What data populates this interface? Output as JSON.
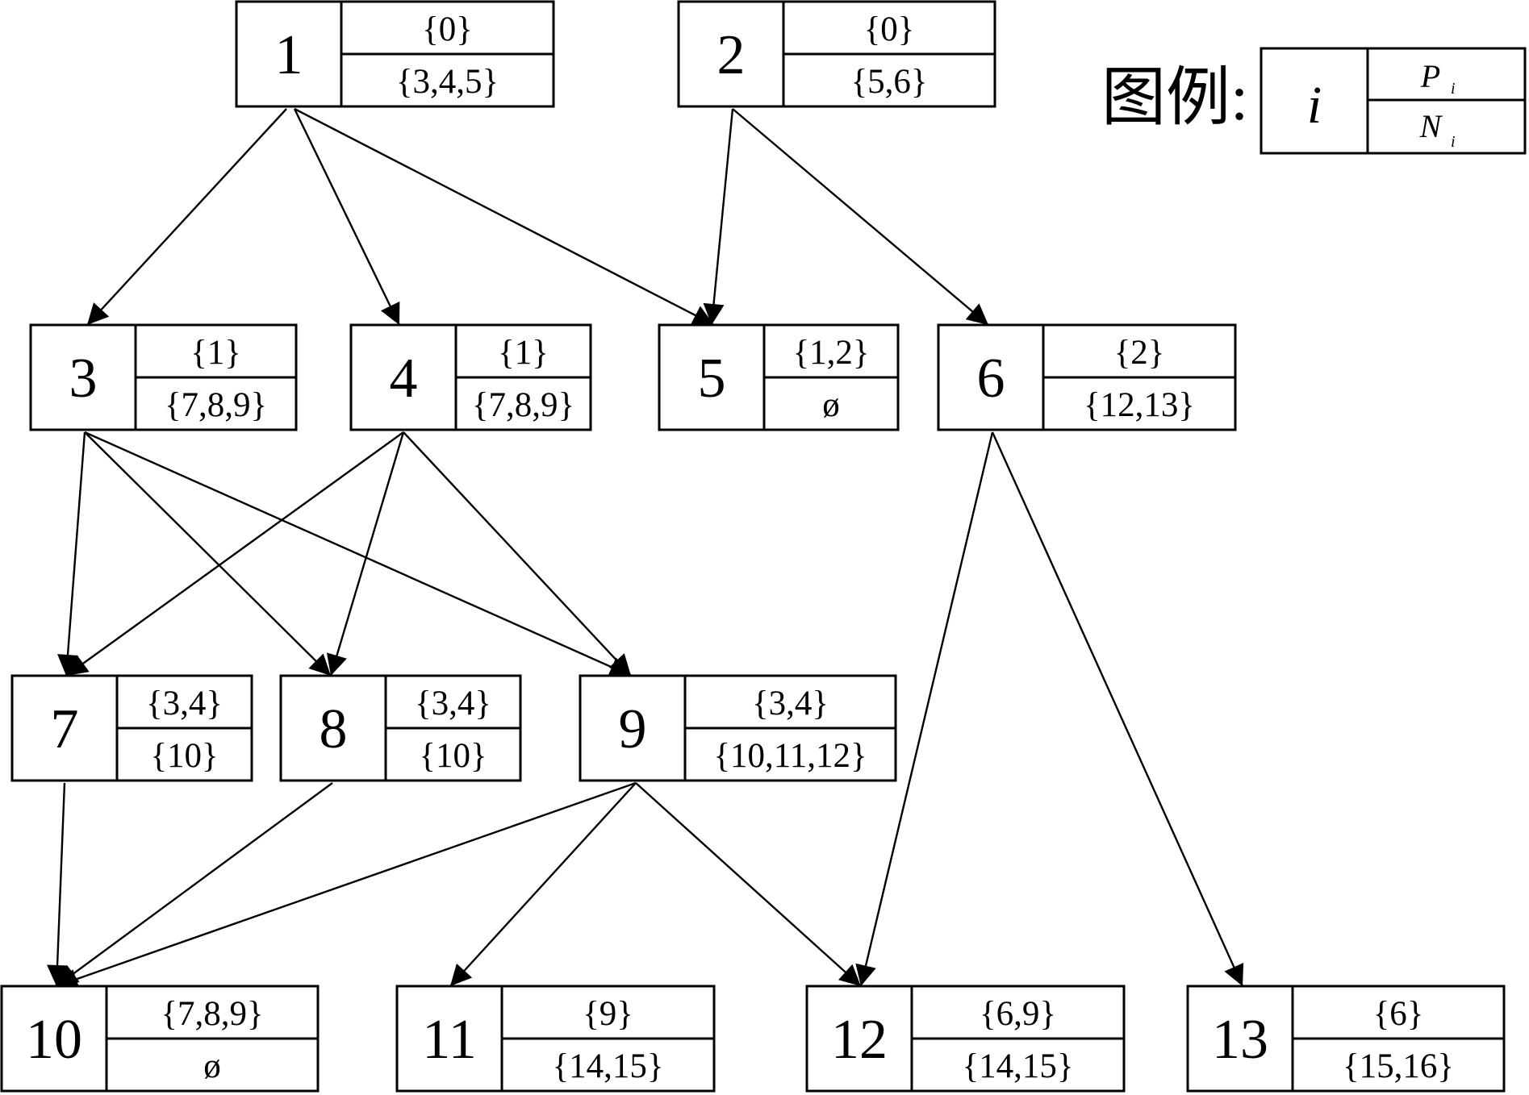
{
  "nodes": [
    {
      "id": "1",
      "p": "{0}",
      "n": "{3,4,5}"
    },
    {
      "id": "2",
      "p": "{0}",
      "n": "{5,6}"
    },
    {
      "id": "3",
      "p": "{1}",
      "n": "{7,8,9}"
    },
    {
      "id": "4",
      "p": "{1}",
      "n": "{7,8,9}"
    },
    {
      "id": "5",
      "p": "{1,2}",
      "n": "ø"
    },
    {
      "id": "6",
      "p": "{2}",
      "n": "{12,13}"
    },
    {
      "id": "7",
      "p": "{3,4}",
      "n": "{10}"
    },
    {
      "id": "8",
      "p": "{3,4}",
      "n": "{10}"
    },
    {
      "id": "9",
      "p": "{3,4}",
      "n": "{10,11,12}"
    },
    {
      "id": "10",
      "p": "{7,8,9}",
      "n": "ø"
    },
    {
      "id": "11",
      "p": "{9}",
      "n": "{14,15}"
    },
    {
      "id": "12",
      "p": "{6,9}",
      "n": "{14,15}"
    },
    {
      "id": "13",
      "p": "{6}",
      "n": "{15,16}"
    }
  ],
  "edges": [
    [
      "1",
      "3"
    ],
    [
      "1",
      "4"
    ],
    [
      "1",
      "5"
    ],
    [
      "2",
      "5"
    ],
    [
      "2",
      "6"
    ],
    [
      "3",
      "7"
    ],
    [
      "3",
      "8"
    ],
    [
      "3",
      "9"
    ],
    [
      "4",
      "7"
    ],
    [
      "4",
      "8"
    ],
    [
      "4",
      "9"
    ],
    [
      "6",
      "12"
    ],
    [
      "6",
      "13"
    ],
    [
      "7",
      "10"
    ],
    [
      "8",
      "10"
    ],
    [
      "9",
      "10"
    ],
    [
      "9",
      "11"
    ],
    [
      "9",
      "12"
    ]
  ],
  "legend": {
    "title": "图例:",
    "id_symbol": "i",
    "p_symbol": "P",
    "p_subscript": "i",
    "n_symbol": "N",
    "n_subscript": "i"
  }
}
